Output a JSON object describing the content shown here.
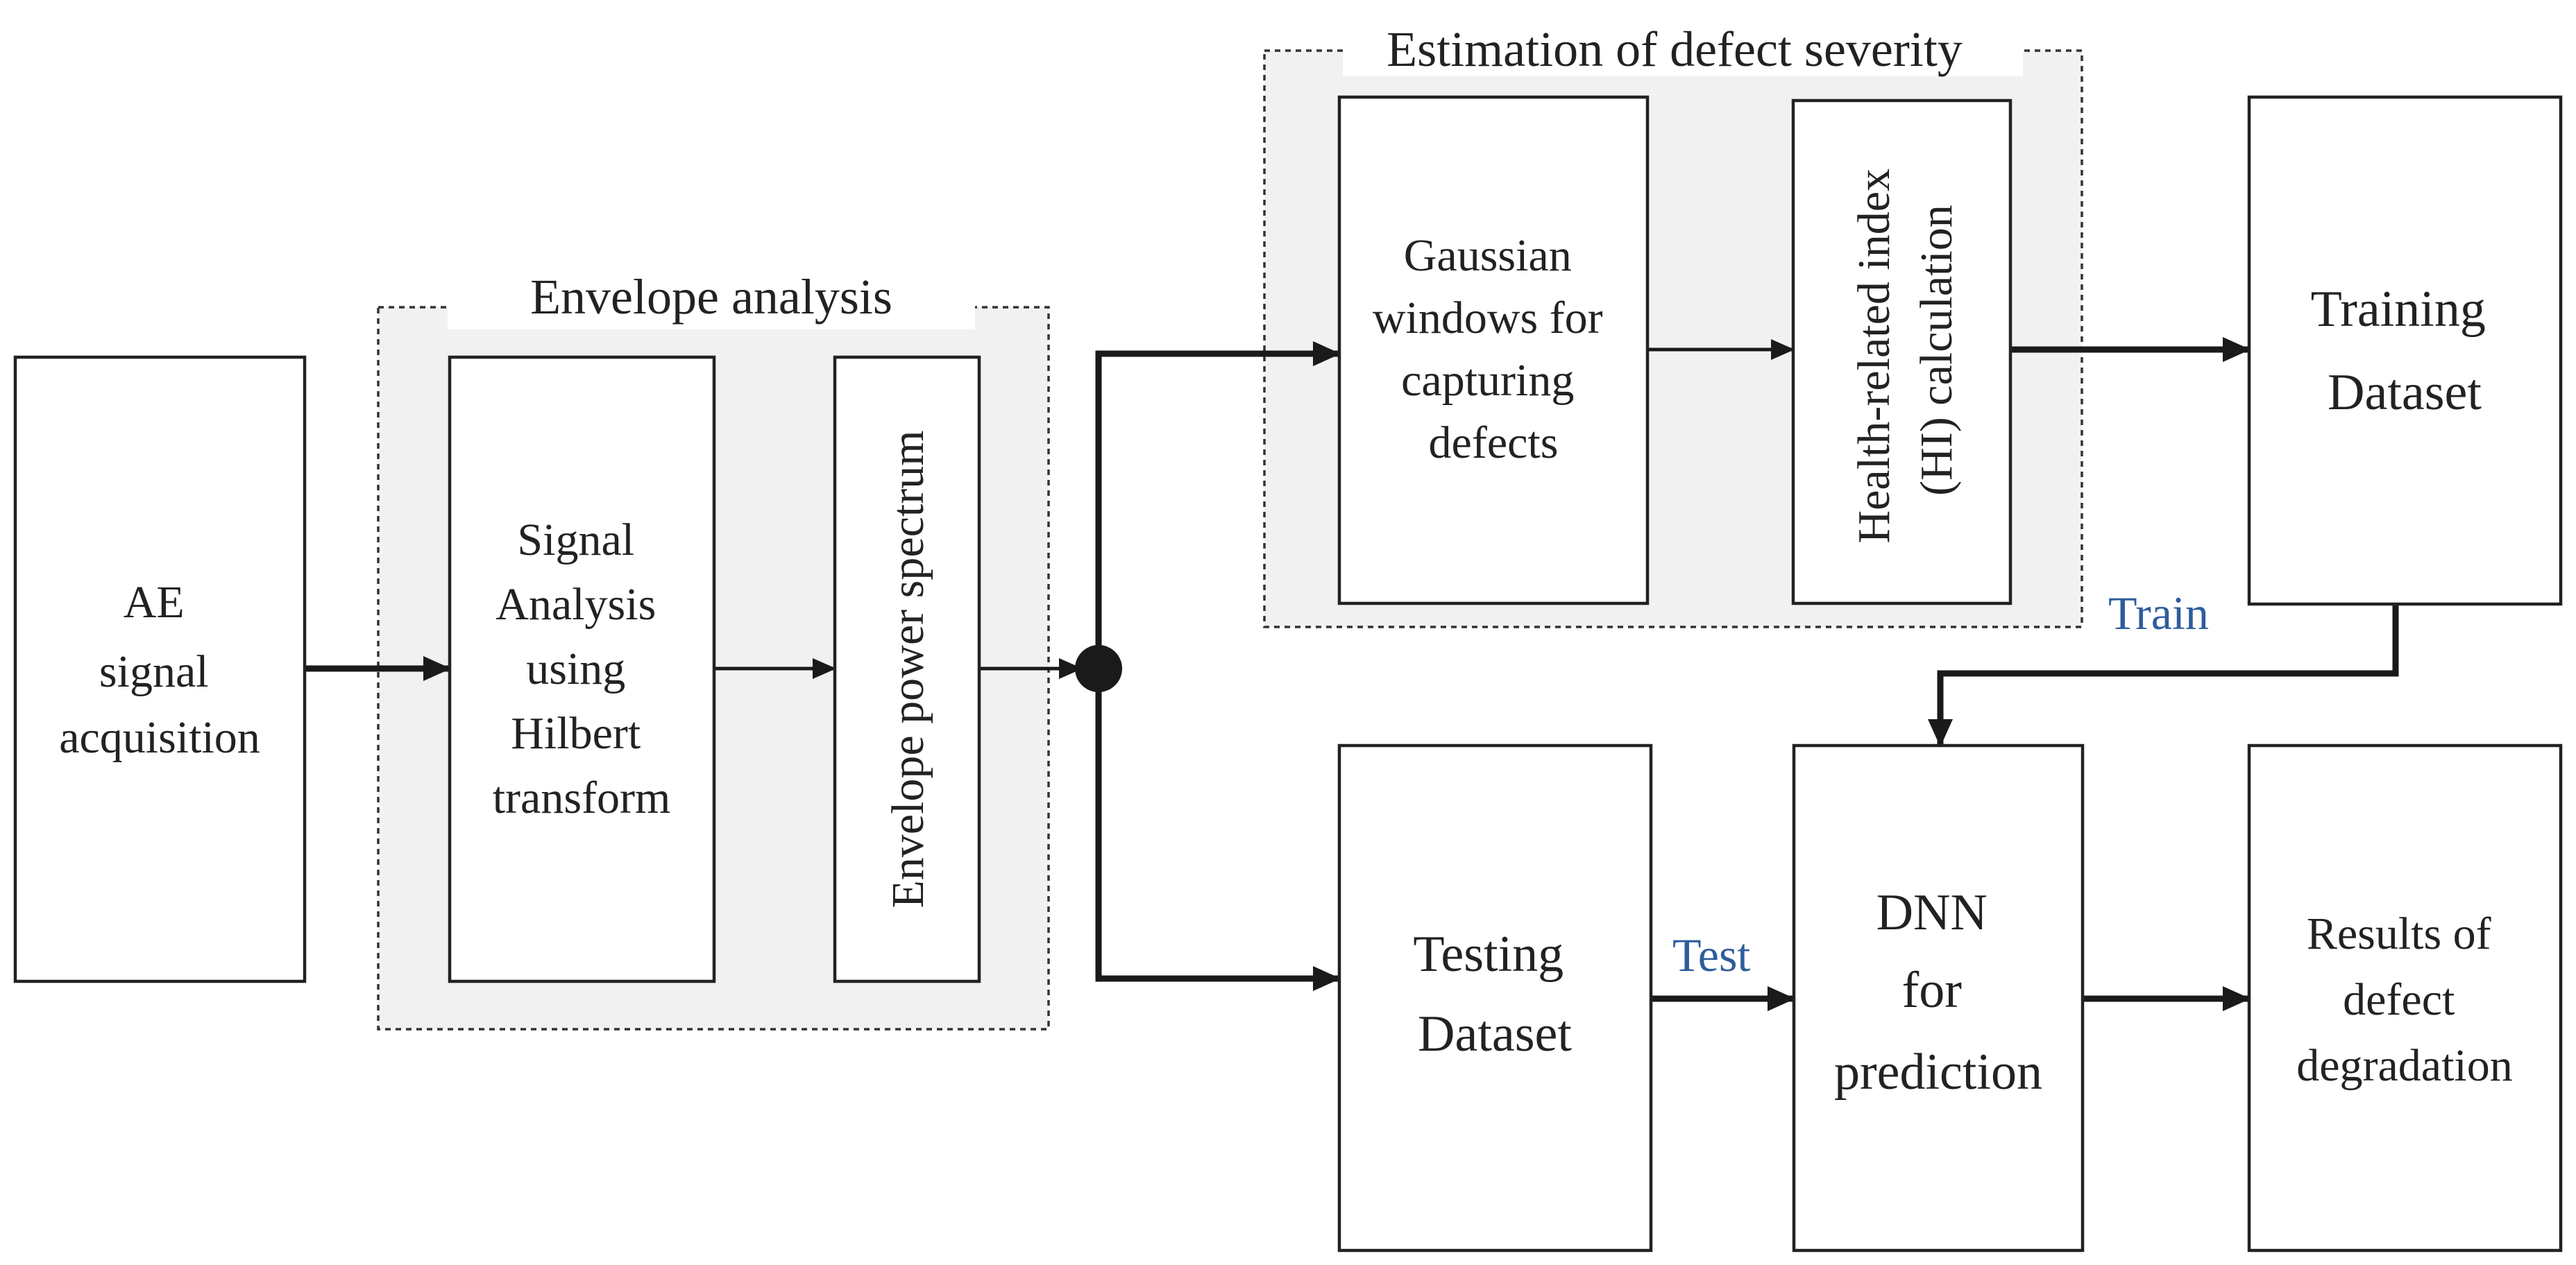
{
  "groups": {
    "envelope_analysis": "Envelope analysis",
    "defect_severity": "Estimation of defect severity"
  },
  "blocks": {
    "ae_acquisition": [
      "AE",
      "signal",
      "acquisition"
    ],
    "hilbert": [
      "Signal",
      "Analysis",
      "using",
      "Hilbert",
      "transform"
    ],
    "envelope_spectrum": "Envelope power spectrum",
    "gaussian": [
      "Gaussian",
      "windows for",
      "capturing",
      "defects"
    ],
    "hi_calc": [
      "Health-related index",
      "(HI) calculation"
    ],
    "training": [
      "Training",
      "Dataset"
    ],
    "testing": [
      "Testing",
      "Dataset"
    ],
    "dnn": [
      "DNN",
      "for",
      "prediction"
    ],
    "results": [
      "Results of",
      "defect",
      "degradation"
    ]
  },
  "edge_labels": {
    "train": "Train",
    "test": "Test"
  },
  "colors": {
    "edge_label": "#2e5d9c",
    "group_fill": "#f1f1f1",
    "line": "#1a1a1a"
  }
}
